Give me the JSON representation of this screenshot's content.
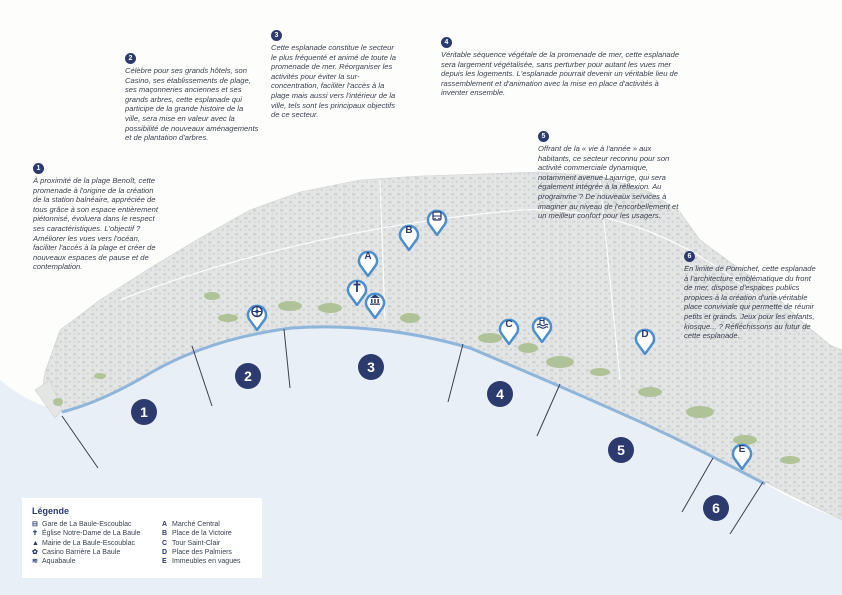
{
  "notes": [
    {
      "num": "1",
      "text": "À proximité de la plage Benoît, cette promenade à l'origine de la création de la station balnéaire, appréciée de tous grâce à son espace entièrement piétonnisé, évoluera dans le respect ses caractéristiques. L'objectif ? Améliorer les vues vers l'océan, faciliter l'accès à la plage et créer de nouveaux espaces de pause et de contemplation."
    },
    {
      "num": "2",
      "text": "Célèbre pour ses grands hôtels, son Casino, ses établissements de plage, ses maçonneries anciennes et ses grands arbres, cette esplanade qui participe de la grande histoire de la ville, sera mise en valeur avec la possibilité de nouveaux aménagements et de plantation d'arbres."
    },
    {
      "num": "3",
      "text": "Cette esplanade constitue le secteur le plus fréquenté et animé de toute la promenade de mer. Réorganiser les activités pour éviter la sur-concentration, faciliter l'accès à la plage mais aussi vers l'intérieur de la ville, tels sont les principaux objectifs de ce secteur."
    },
    {
      "num": "4",
      "text": "Véritable séquence végétale de la promenade de mer, cette esplanade sera largement végétalisée, sans perturber pour autant les vues mer depuis les logements. L'esplanade pourrait devenir un véritable lieu de rassemblement et d'animation avec la mise en place d'activités à inventer ensemble."
    },
    {
      "num": "5",
      "text": "Offrant de la « vie à l'année » aux habitants, ce secteur reconnu pour son activité commerciale dynamique, notamment avenue Lajarrige, qui sera également intégrée à la réflexion. Au programme ? De nouveaux services à imaginer au niveau de l'encorbellement et un meilleur confort pour les usagers."
    },
    {
      "num": "6",
      "text": "En limite de Pornichet, cette esplanade à l'architecture emblématique du front de mer, dispose d'espaces publics propices à la création d'une véritable place conviviale qui permette de réunir petits et grands. Jeux pour les enfants, kiosque... ? Réfléchissons au futur de cette esplanade."
    }
  ],
  "zones": [
    "1",
    "2",
    "3",
    "4",
    "5",
    "6"
  ],
  "pins": [
    "A",
    "B",
    "C",
    "D",
    "E"
  ],
  "legend": {
    "title": "Légende",
    "left": [
      {
        "icon": "train-icon",
        "glyph": "⊟",
        "label": "Gare de La Baule-Escoublac"
      },
      {
        "icon": "cross-icon",
        "glyph": "✝",
        "label": "Église Notre-Dame de La Baule"
      },
      {
        "icon": "town-hall-icon",
        "glyph": "▲",
        "label": "Mairie de La Baule-Escoublac"
      },
      {
        "icon": "casino-icon",
        "glyph": "✿",
        "label": "Casino Barrière La Baule"
      },
      {
        "icon": "pool-icon",
        "glyph": "≋",
        "label": "Aquabaule"
      }
    ],
    "right": [
      {
        "letter": "A",
        "label": "Marché Central"
      },
      {
        "letter": "B",
        "label": "Place de la Victoire"
      },
      {
        "letter": "C",
        "label": "Tour Saint-Clair"
      },
      {
        "letter": "D",
        "label": "Place des Palmiers"
      },
      {
        "letter": "E",
        "label": "Immeubles en vagues"
      }
    ]
  },
  "colors": {
    "navy": "#2c3a6e",
    "sea": "#e6eef5",
    "promenade": "#8fb6da",
    "city": "#e2e3e3",
    "green": "#a9bd8e",
    "pin": "#4d8fcc"
  }
}
